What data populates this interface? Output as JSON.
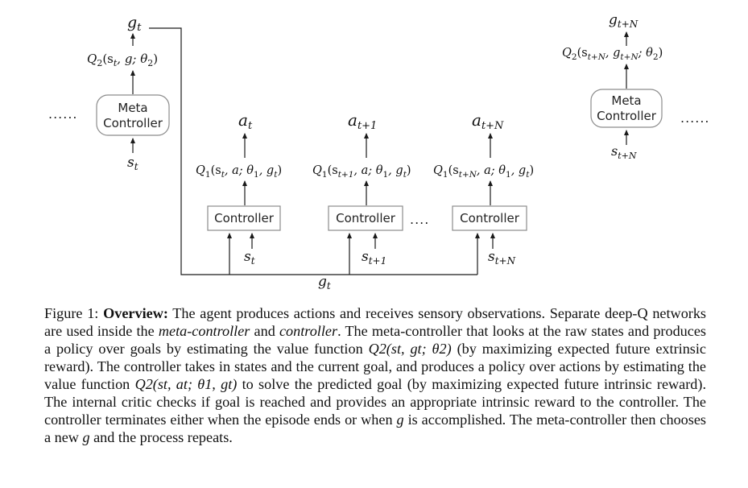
{
  "diagram": {
    "left_meta": {
      "output": "g",
      "output_sub": "t",
      "q_func": "Q",
      "q_sub": "2",
      "q_args": "(s",
      "q_args_sub": "t",
      "q_args_rest": ", g; θ",
      "q_theta_sub": "2",
      "q_close": ")",
      "box_line1": "Meta",
      "box_line2": "Controller",
      "input": "s",
      "input_sub": "t",
      "dots": "......"
    },
    "right_meta": {
      "output": "g",
      "output_sub": "t+N",
      "q_func": "Q",
      "q_sub": "2",
      "q_args": "(s",
      "q_args_sub": "t+N",
      "q_args_mid": ", g",
      "q_args_mid_sub": "t+N",
      "q_args_rest": "; θ",
      "q_theta_sub": "2",
      "q_close": ")",
      "box_line1": "Meta",
      "box_line2": "Controller",
      "input": "s",
      "input_sub": "t+N",
      "dots": "......"
    },
    "controllers": [
      {
        "action": "a",
        "action_sub": "t",
        "q_func": "Q",
        "q_sub": "1",
        "q_open": "(s",
        "q_s_sub": "t",
        "q_rest": ", a; θ",
        "q_theta_sub": "1",
        "q_g": ", g",
        "q_g_sub": "t",
        "q_close": ")",
        "box_label": "Controller",
        "input": "s",
        "input_sub": "t"
      },
      {
        "action": "a",
        "action_sub": "t+1",
        "q_func": "Q",
        "q_sub": "1",
        "q_open": "(s",
        "q_s_sub": "t+1",
        "q_rest": ", a; θ",
        "q_theta_sub": "1",
        "q_g": ", g",
        "q_g_sub": "t",
        "q_close": ")",
        "box_label": "Controller",
        "input": "s",
        "input_sub": "t+1"
      },
      {
        "action": "a",
        "action_sub": "t+N",
        "q_func": "Q",
        "q_sub": "1",
        "q_open": "(s",
        "q_s_sub": "t+N",
        "q_rest": ", a; θ",
        "q_theta_sub": "1",
        "q_g": ", g",
        "q_g_sub": "t",
        "q_close": ")",
        "box_label": "Controller",
        "input": "s",
        "input_sub": "t+N"
      }
    ],
    "between_dots": "....",
    "bottom_goal": "g",
    "bottom_goal_sub": "t"
  },
  "caption": {
    "figure_label": "Figure 1:",
    "bold_title": "Overview:",
    "text_1": " The agent produces actions and receives sensory observations. Separate deep-Q networks are used inside the ",
    "italic_1": "meta-controller",
    "text_2": " and ",
    "italic_2": "controller",
    "text_3": ". The meta-controller that looks at the raw states and produces a policy over goals by estimating the value function ",
    "math_1": "Q2(st, gt; θ2)",
    "text_4": " (by maximizing expected future extrinsic reward). The controller takes in states and the current goal, and produces a policy over actions by estimating the value function ",
    "math_2": "Q2(st, at; θ1, gt)",
    "text_5": " to solve the predicted goal (by maximizing expected future intrinsic reward). The internal critic checks if goal is reached and provides an appropriate intrinsic reward to the controller. The controller terminates either when the episode ends or when ",
    "math_g1": "g",
    "text_6": " is accomplished. The meta-controller then chooses a new ",
    "math_g2": "g",
    "text_7": " and the process repeats."
  }
}
